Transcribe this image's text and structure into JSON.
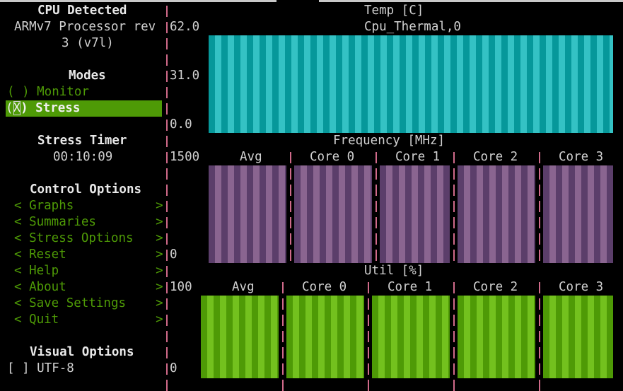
{
  "window": {
    "title_fragment": "s-tui"
  },
  "sidebar": {
    "cpu_heading": "CPU Detected",
    "cpu_line1": "ARMv7 Processor rev",
    "cpu_line2": "3 (v7l)",
    "modes_heading": "Modes",
    "mode_monitor": "( ) Monitor",
    "mode_stress_open": "(",
    "mode_stress_x": "X",
    "mode_stress_rest": ") Stress",
    "timer_heading": "Stress Timer",
    "timer_value": "00:10:09",
    "control_heading": "Control Options",
    "control_items": [
      {
        "label": "< Graphs           >"
      },
      {
        "label": "< Summaries        >"
      },
      {
        "label": "< Stress Options   >"
      },
      {
        "label": "< Reset            >"
      },
      {
        "label": "< Help             >"
      },
      {
        "label": "< About            >"
      },
      {
        "label": "< Save Settings    >"
      },
      {
        "label": "< Quit             >"
      }
    ],
    "visual_heading": "Visual Options",
    "utf8_label": "[ ] UTF-8"
  },
  "temp_graph": {
    "title": "Temp [C]",
    "series": "Cpu_Thermal,0",
    "y_top": "62.0",
    "y_mid": "31.0",
    "y_bottom": "0.0"
  },
  "freq_graph": {
    "title": "Frequency [MHz]",
    "y_top": "1500",
    "y_bottom": "0",
    "columns": [
      "Avg",
      "Core 0",
      "Core 1",
      "Core 2",
      "Core 3"
    ]
  },
  "util_graph": {
    "title": "Util [%]",
    "y_top": "100",
    "y_bottom": "0",
    "columns": [
      "Avg",
      "Core 0",
      "Core 1",
      "Core 2",
      "Core 3"
    ]
  },
  "colors": {
    "temp": "#06989a",
    "temp_light": "#34c2c4",
    "freq": "#5b3e6a",
    "freq_light": "#8a6590",
    "util": "#4e9a06",
    "util_light": "#73c11e",
    "separator": "#d06a8a",
    "selection": "#4e9a06"
  }
}
